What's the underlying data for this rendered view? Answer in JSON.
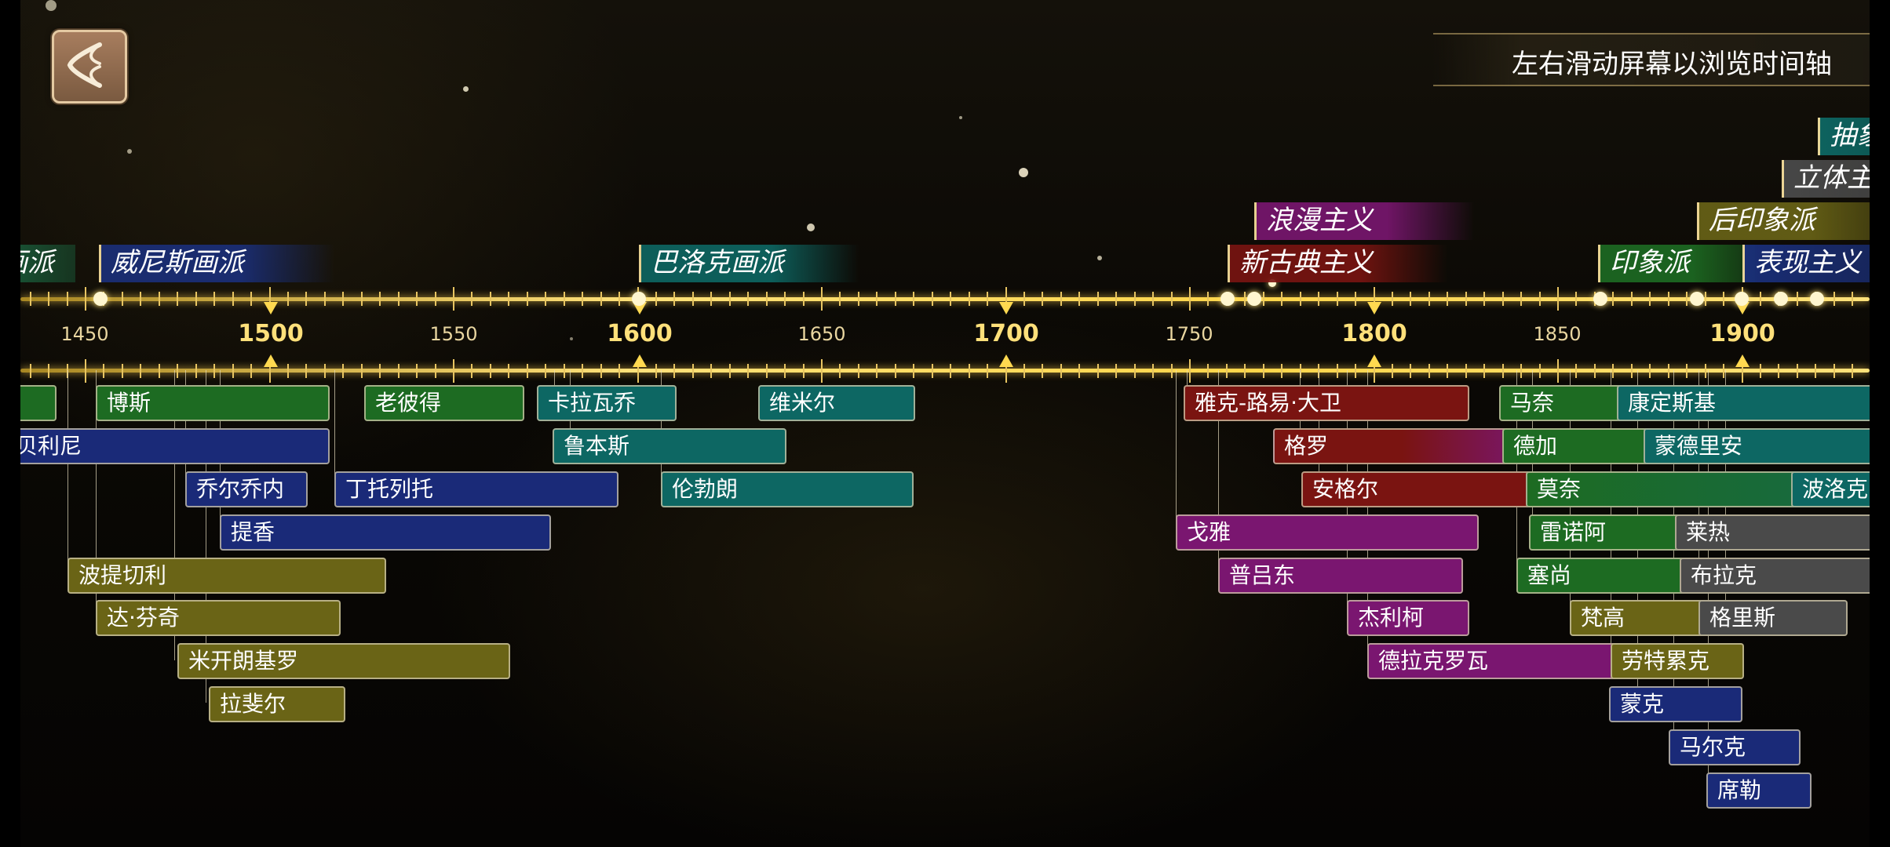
{
  "hint": "左右滑动屏幕以浏览时间轴",
  "colors": {
    "green": "#1d6b22",
    "navy": "#1a2a78",
    "teal": "#0d6763",
    "olive": "#6a6416",
    "red": "#7a1411",
    "purple": "#7a1670",
    "gray": "#4a4a4a",
    "gold": "#ffd950"
  },
  "years": [
    "1450",
    "1500",
    "1550",
    "1600",
    "1650",
    "1700",
    "1750",
    "1800",
    "1850",
    "1900"
  ],
  "movements": [
    {
      "label": "画派",
      "color": "#1b6b44"
    },
    {
      "label": "威尼斯画派",
      "color": "#1a2f7a"
    },
    {
      "label": "巴洛克画派",
      "color": "#0d6763"
    },
    {
      "label": "浪漫主义",
      "color": "#7a1670"
    },
    {
      "label": "新古典主义",
      "color": "#7a1411"
    },
    {
      "label": "印象派",
      "color": "#1d6b22"
    },
    {
      "label": "后印象派",
      "color": "#6a6416"
    },
    {
      "label": "表现主义",
      "color": "#1a2f7a"
    },
    {
      "label": "立体主义",
      "color": "#4a4a4a"
    },
    {
      "label": "抽象",
      "color": "#0d6763"
    }
  ],
  "artists": [
    {
      "label": "",
      "color": "#1d6b22"
    },
    {
      "label": "博斯",
      "color": "#1d6b22"
    },
    {
      "label": "老彼得",
      "color": "#1d6b22"
    },
    {
      "label": "卡拉瓦乔",
      "color": "#0d6763"
    },
    {
      "label": "维米尔",
      "color": "#0d6763"
    },
    {
      "label": "贝利尼",
      "color": "#1a2a78"
    },
    {
      "label": "鲁本斯",
      "color": "#0d6763"
    },
    {
      "label": "乔尔乔内",
      "color": "#1a2a78"
    },
    {
      "label": "丁托列托",
      "color": "#1a2a78"
    },
    {
      "label": "伦勃朗",
      "color": "#0d6763"
    },
    {
      "label": "提香",
      "color": "#1a2a78"
    },
    {
      "label": "波提切利",
      "color": "#6a6416"
    },
    {
      "label": "达·芬奇",
      "color": "#6a6416"
    },
    {
      "label": "米开朗基罗",
      "color": "#6a6416"
    },
    {
      "label": "拉斐尔",
      "color": "#6a6416"
    },
    {
      "label": "雅克-路易·大卫",
      "color": "#7a1411"
    },
    {
      "label": "格罗",
      "color": "#7a1411"
    },
    {
      "label": "安格尔",
      "color": "#7a1411"
    },
    {
      "label": "戈雅",
      "color": "#7a1670"
    },
    {
      "label": "普吕东",
      "color": "#7a1670"
    },
    {
      "label": "杰利柯",
      "color": "#7a1670"
    },
    {
      "label": "德拉克罗瓦",
      "color": "#7a1670"
    },
    {
      "label": "马奈",
      "color": "#1d6b22"
    },
    {
      "label": "康定斯基",
      "color": "#0d6763"
    },
    {
      "label": "德加",
      "color": "#1d6b22"
    },
    {
      "label": "蒙德里安",
      "color": "#0d6763"
    },
    {
      "label": "莫奈",
      "color": "#1d6b22"
    },
    {
      "label": "波洛克",
      "color": "#0d6763"
    },
    {
      "label": "雷诺阿",
      "color": "#1d6b22"
    },
    {
      "label": "莱热",
      "color": "#4a4a4a"
    },
    {
      "label": "塞尚",
      "color": "#1d6b22"
    },
    {
      "label": "布拉克",
      "color": "#4a4a4a"
    },
    {
      "label": "梵高",
      "color": "#6a6416"
    },
    {
      "label": "格里斯",
      "color": "#4a4a4a"
    },
    {
      "label": "劳特累克",
      "color": "#6a6416"
    },
    {
      "label": "蒙克",
      "color": "#1a2a78"
    },
    {
      "label": "马尔克",
      "color": "#1a2a78"
    },
    {
      "label": "席勒",
      "color": "#1a2a78"
    }
  ]
}
